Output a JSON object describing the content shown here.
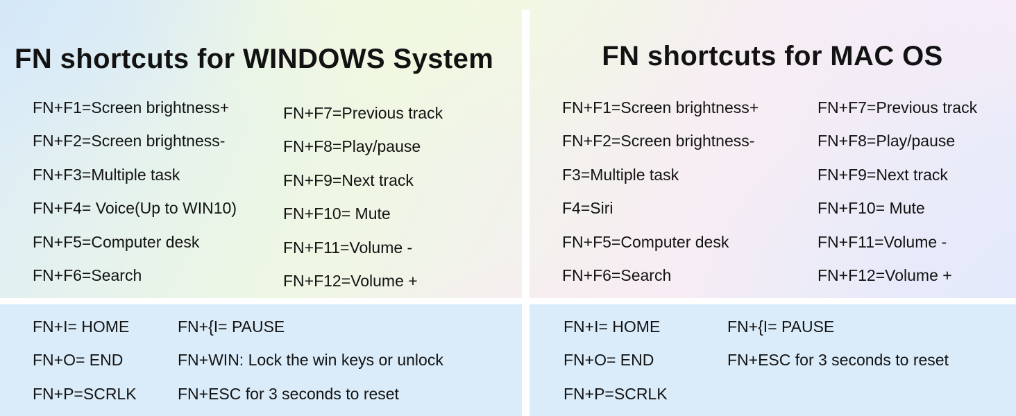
{
  "windows": {
    "title": "FN shortcuts for WINDOWS System",
    "col1": [
      "FN+F1=Screen brightness+",
      "FN+F2=Screen brightness-",
      "FN+F3=Multiple task",
      "FN+F4= Voice(Up to WIN10)",
      "FN+F5=Computer desk",
      "FN+F6=Search"
    ],
    "col2": [
      "FN+F7=Previous track",
      "FN+F8=Play/pause",
      "FN+F9=Next track",
      "FN+F10= Mute",
      "FN+F11=Volume -",
      "FN+F12=Volume +"
    ],
    "extra1": [
      "FN+I= HOME",
      "FN+O= END",
      "FN+P=SCRLK"
    ],
    "extra2": [
      "FN+{I= PAUSE",
      "FN+WIN: Lock the win keys or unlock",
      "FN+ESC for 3 seconds to reset"
    ]
  },
  "mac": {
    "title": "FN shortcuts for MAC OS",
    "col1": [
      "FN+F1=Screen brightness+",
      "FN+F2=Screen brightness-",
      "F3=Multiple task",
      "F4=Siri",
      "FN+F5=Computer desk",
      "FN+F6=Search"
    ],
    "col2": [
      "FN+F7=Previous track",
      "FN+F8=Play/pause",
      "FN+F9=Next track",
      "FN+F10= Mute",
      "FN+F11=Volume -",
      "FN+F12=Volume +"
    ],
    "extra1": [
      "FN+I= HOME",
      "FN+O= END",
      "FN+P=SCRLK"
    ],
    "extra2": [
      "FN+{I= PAUSE",
      "FN+ESC for 3 seconds to reset"
    ]
  },
  "colors": {
    "text": "#121212",
    "band_background": "#daecf9",
    "divider": "#ffffff"
  }
}
